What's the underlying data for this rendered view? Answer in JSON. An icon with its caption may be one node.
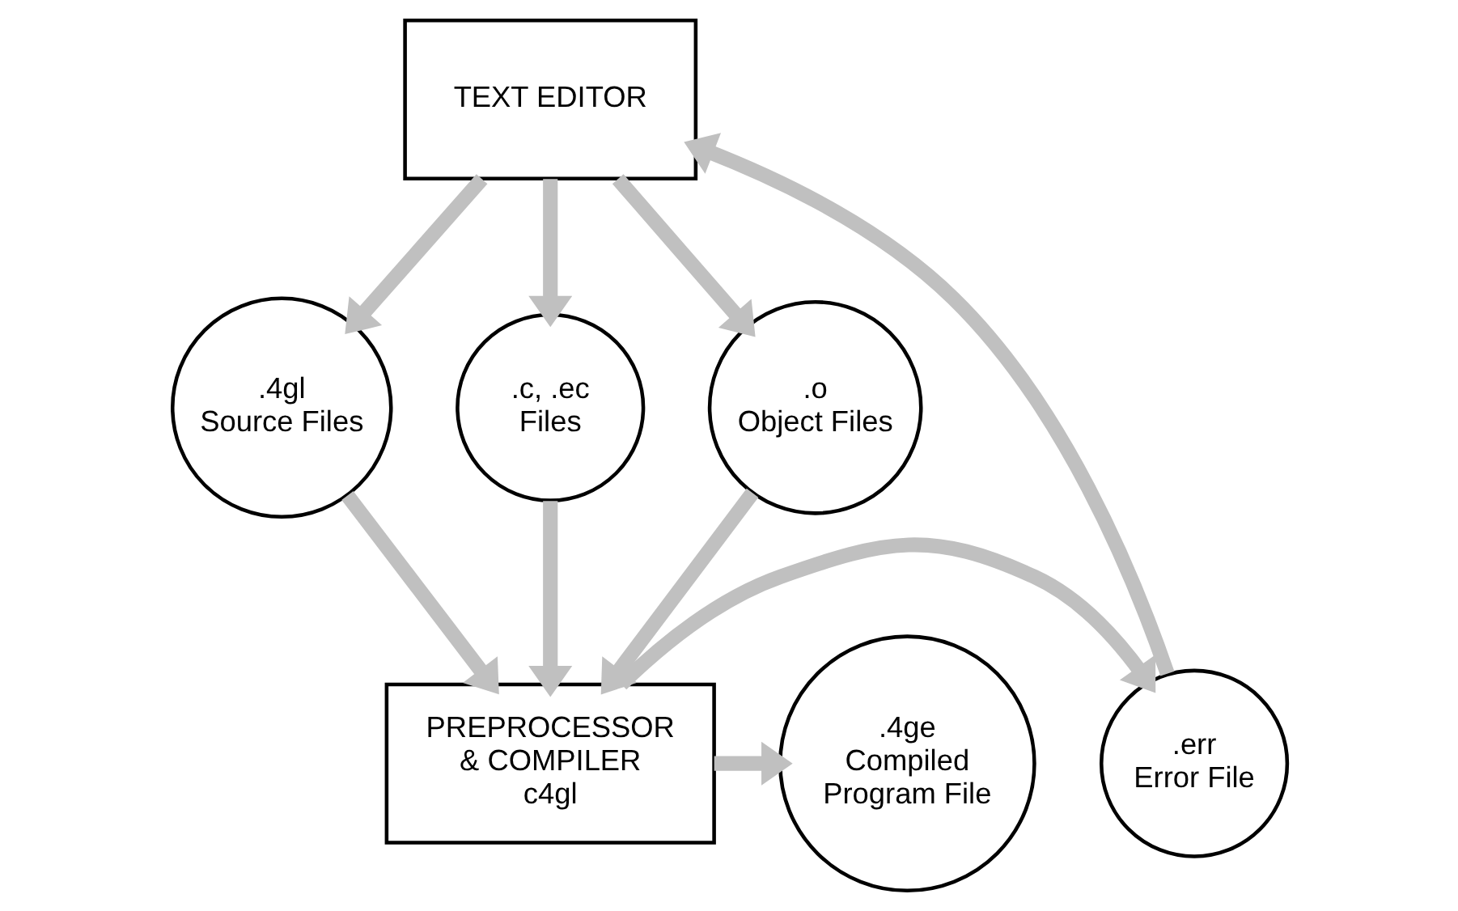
{
  "diagram": {
    "nodes": [
      {
        "text": [
          "TEXT EDITOR"
        ]
      },
      {
        "text": [
          ".4gl Source Files"
        ]
      },
      {
        "text": [
          ".c, .ec Files"
        ]
      },
      {
        "text": [
          ".o Object Files"
        ]
      },
      {
        "text": [
          "PREPROCESSOR & COMPILER c4gl"
        ]
      },
      {
        "text": [
          ".err Error File"
        ]
      },
      {
        "text": [
          ".4ge Compiled Program File"
        ]
      }
    ],
    "edges": [
      {
        "from": 0,
        "to": 1,
        "arrow": "to"
      },
      {
        "from": 0,
        "to": 2,
        "arrow": "to"
      },
      {
        "from": 0,
        "to": 3,
        "arrow": "to"
      },
      {
        "from": 1,
        "to": 4,
        "arrow": "to"
      },
      {
        "from": 2,
        "to": 4,
        "arrow": "to"
      },
      {
        "from": 3,
        "to": 4,
        "arrow": "to"
      },
      {
        "from": 4,
        "to": 5,
        "arrow": "to"
      },
      {
        "from": 5,
        "to": 0,
        "arrow": "to"
      },
      {
        "from": 4,
        "to": 6,
        "arrow": "to"
      }
    ]
  }
}
